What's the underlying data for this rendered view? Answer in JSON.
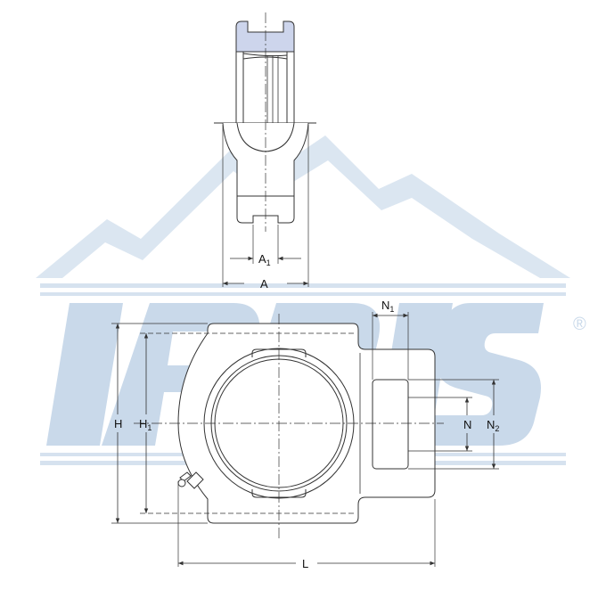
{
  "watermark": {
    "text": "IRBIS",
    "registered_mark": "®",
    "color": "#c9d9ea"
  },
  "labels": {
    "A1": {
      "base": "A",
      "sub": "1"
    },
    "A": "A",
    "N1": {
      "base": "N",
      "sub": "1"
    },
    "H": "H",
    "H1": {
      "base": "H",
      "sub": "1"
    },
    "N": "N",
    "N2": {
      "base": "N",
      "sub": "2"
    },
    "L": "L"
  },
  "colors": {
    "line": "#333333",
    "highlight": "#cdd5ec"
  }
}
